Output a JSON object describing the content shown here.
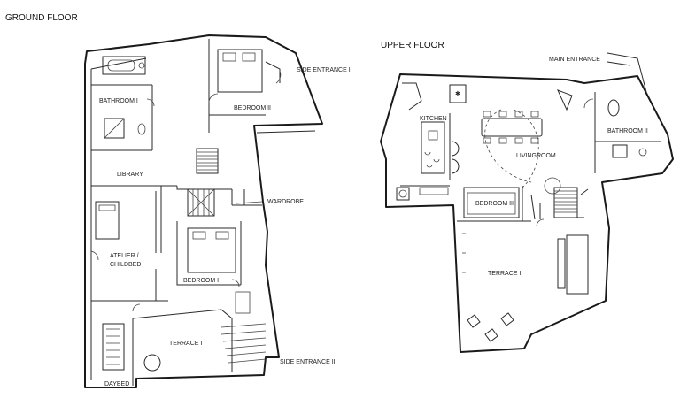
{
  "ground_floor": {
    "title": "GROUND FLOOR",
    "rooms": {
      "bathroom": "BATHROOM I",
      "bedroom2": "BEDROOM II",
      "library": "LIBRARY",
      "atelier_line1": "ATELIER /",
      "atelier_line2": "CHILDBED",
      "bedroom1": "BEDROOM I",
      "terrace": "TERRACE I",
      "daybed": "DAYBED"
    },
    "callouts": {
      "side_entrance_1": "SIDE ENTRANCE I",
      "wardrobe": "WARDROBE",
      "side_entrance_2": "SIDE ENTRANCE II"
    }
  },
  "upper_floor": {
    "title": "UPPER FLOOR",
    "rooms": {
      "kitchen": "KITCHEN",
      "livingroom": "LIVINGROOM",
      "bathroom": "BATHROOM II",
      "bedroom": "BEDROOM III",
      "terrace": "TERRACE II"
    },
    "callouts": {
      "main_entrance": "MAIN ENTRANCE"
    }
  }
}
